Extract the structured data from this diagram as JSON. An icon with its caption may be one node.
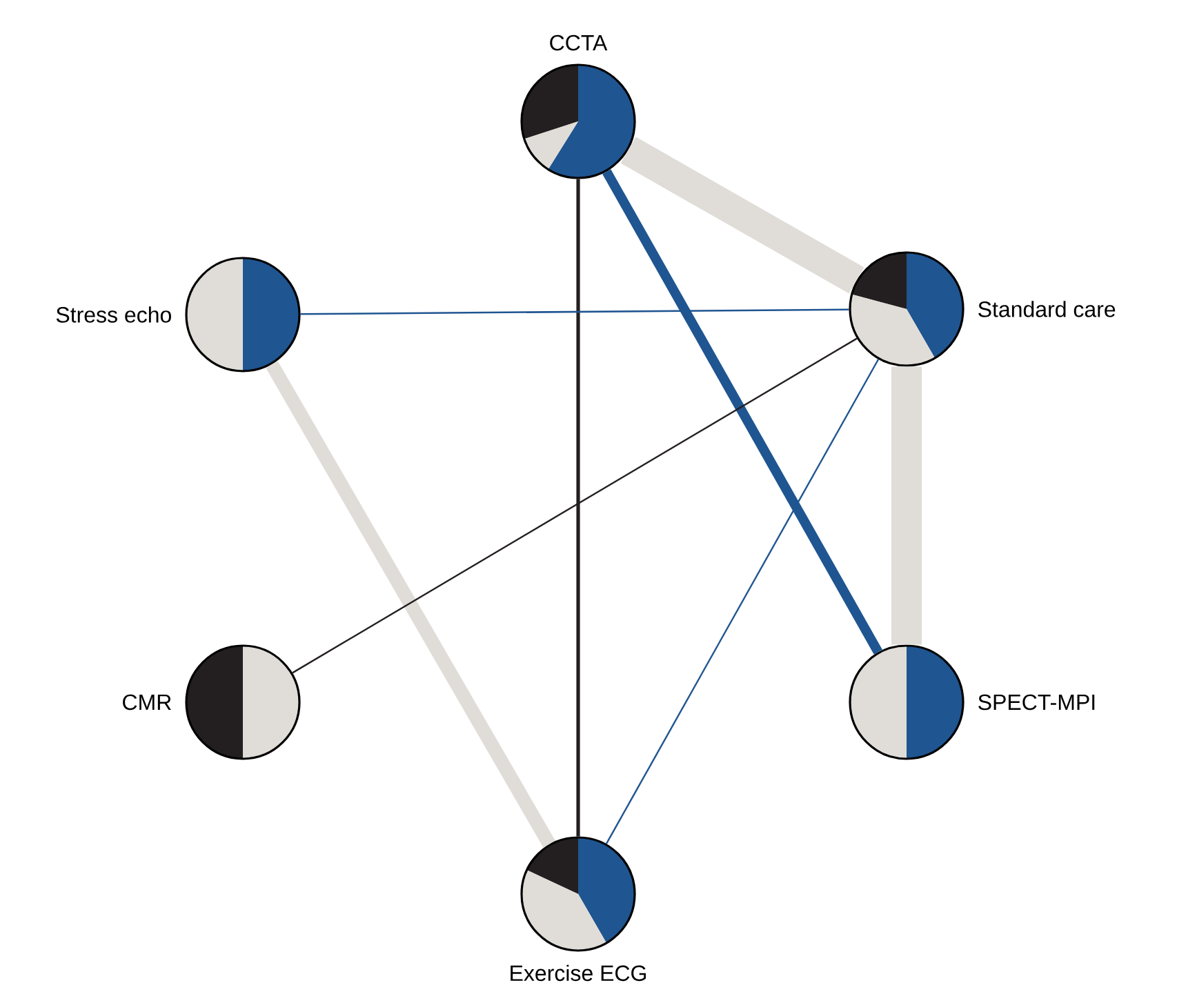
{
  "diagram": {
    "nodes": [
      {
        "text": [
          "CCTA"
        ]
      },
      {
        "text": [
          "Standard care"
        ]
      },
      {
        "text": [
          "SPECT-MPI"
        ]
      },
      {
        "text": [
          "Exercise ECG"
        ]
      },
      {
        "text": [
          "CMR"
        ]
      },
      {
        "text": [
          "Stress echo"
        ]
      }
    ],
    "edges": [
      {
        "from": 0,
        "to": 1,
        "arrow": "none",
        "style": "thick",
        "color": "#e0ddd8"
      },
      {
        "from": 0,
        "to": 2,
        "arrow": "none",
        "style": "thick",
        "color": "#1f5591"
      },
      {
        "from": 0,
        "to": 3,
        "arrow": "none",
        "color": "#231f20"
      },
      {
        "from": 5,
        "to": 1,
        "arrow": "none",
        "color": "#1f5591"
      },
      {
        "from": 5,
        "to": 3,
        "arrow": "none",
        "style": "thick",
        "color": "#e0ddd8"
      },
      {
        "from": 4,
        "to": 1,
        "arrow": "none",
        "color": "#231f20"
      },
      {
        "from": 1,
        "to": 2,
        "arrow": "none",
        "style": "thick",
        "color": "#e0ddd8"
      },
      {
        "from": 1,
        "to": 3,
        "arrow": "none",
        "color": "#1f5591"
      }
    ]
  }
}
